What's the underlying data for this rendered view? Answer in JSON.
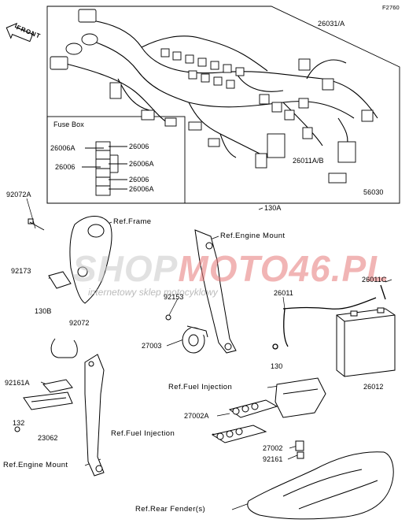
{
  "diagram_code": "F2760",
  "front_label": "FRONT",
  "fuse_box": {
    "title": "Fuse Box",
    "parts": [
      "26006A",
      "26006",
      "26006",
      "26006A",
      "26006",
      "26006A"
    ]
  },
  "parts": {
    "p26031A": "26031/A",
    "p26011AB": "26011A/B",
    "p56030": "56030",
    "p92072A": "92072A",
    "p130A": "130A",
    "p92173": "92173",
    "p130B": "130B",
    "p92072": "92072",
    "p92153": "92153",
    "p27003": "27003",
    "p26011": "26011",
    "p26011C": "26011C",
    "p130": "130",
    "p26012": "26012",
    "p92161A": "92161A",
    "p132": "132",
    "p23062": "23062",
    "p27002A": "27002A",
    "p27002": "27002",
    "p92161": "92161"
  },
  "refs": {
    "frame": "Ref.Frame",
    "engine_mount_top": "Ref.Engine Mount",
    "fuel_injection_1": "Ref.Fuel Injection",
    "fuel_injection_2": "Ref.Fuel Injection",
    "engine_mount_bottom": "Ref.Engine Mount",
    "rear_fender": "Ref.Rear Fender(s)"
  },
  "watermark": {
    "main_gray": "SHOP",
    "main_red": "MOTO46",
    "main_suffix": ".PL",
    "subtitle": "internetowy sklep motocyklowy"
  },
  "colors": {
    "line": "#000000",
    "watermark_red": "#e67878",
    "watermark_gray": "#c8c8c8"
  }
}
